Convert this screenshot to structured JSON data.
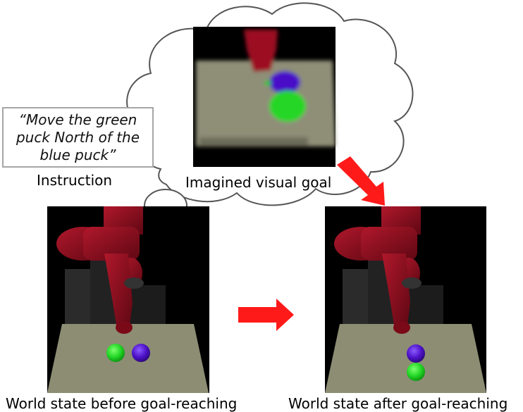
{
  "instruction": {
    "text": "“Move the green puck North of the blue puck”",
    "label": "Instruction"
  },
  "panels": {
    "goal_caption": "Imagined visual goal",
    "before_caption": "World state before goal-reaching",
    "after_caption": "World state after goal-reaching"
  },
  "colors": {
    "arrow": "#ff1a1a",
    "robot": "#8b0c1b",
    "table": "#8d8d74",
    "green_puck": "#23d626",
    "blue_puck": "#4f12c9",
    "cloud_stroke": "#555555"
  },
  "icons": {
    "arrow": "red-arrow-icon",
    "cloud": "thought-cloud-icon"
  }
}
